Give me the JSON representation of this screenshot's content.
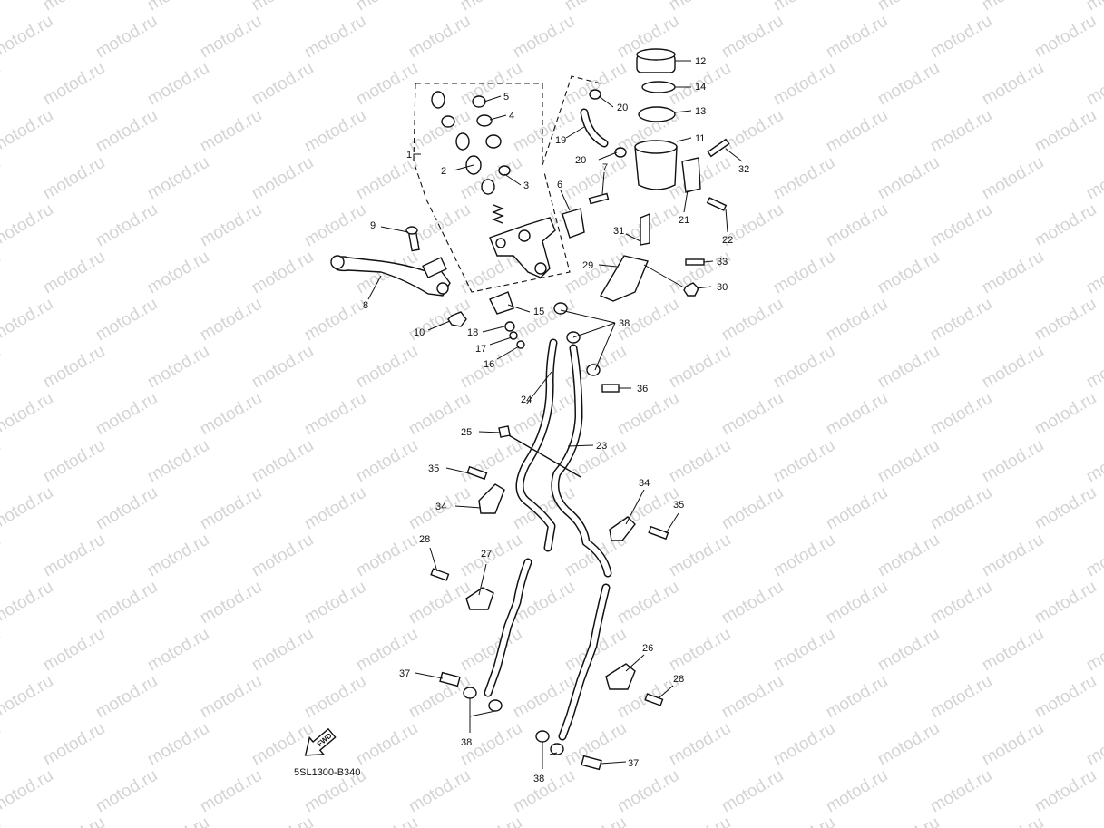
{
  "watermark": "motod.ru",
  "diagram_code": "5SL1300-B340",
  "fwd_label": "FWD",
  "callouts": [
    {
      "id": "c1",
      "label": "1"
    },
    {
      "id": "c2",
      "label": "2"
    },
    {
      "id": "c3",
      "label": "3"
    },
    {
      "id": "c4",
      "label": "4"
    },
    {
      "id": "c5",
      "label": "5"
    },
    {
      "id": "c6",
      "label": "6"
    },
    {
      "id": "c7",
      "label": "7"
    },
    {
      "id": "c8",
      "label": "8"
    },
    {
      "id": "c9",
      "label": "9"
    },
    {
      "id": "c10",
      "label": "10"
    },
    {
      "id": "c11",
      "label": "11"
    },
    {
      "id": "c12",
      "label": "12"
    },
    {
      "id": "c13",
      "label": "13"
    },
    {
      "id": "c14",
      "label": "14"
    },
    {
      "id": "c15",
      "label": "15"
    },
    {
      "id": "c16",
      "label": "16"
    },
    {
      "id": "c17",
      "label": "17"
    },
    {
      "id": "c18",
      "label": "18"
    },
    {
      "id": "c19",
      "label": "19"
    },
    {
      "id": "c20a",
      "label": "20"
    },
    {
      "id": "c20b",
      "label": "20"
    },
    {
      "id": "c21",
      "label": "21"
    },
    {
      "id": "c22",
      "label": "22"
    },
    {
      "id": "c23",
      "label": "23"
    },
    {
      "id": "c24",
      "label": "24"
    },
    {
      "id": "c25",
      "label": "25"
    },
    {
      "id": "c26",
      "label": "26"
    },
    {
      "id": "c27",
      "label": "27"
    },
    {
      "id": "c28a",
      "label": "28"
    },
    {
      "id": "c28b",
      "label": "28"
    },
    {
      "id": "c29",
      "label": "29"
    },
    {
      "id": "c30",
      "label": "30"
    },
    {
      "id": "c31",
      "label": "31"
    },
    {
      "id": "c32",
      "label": "32"
    },
    {
      "id": "c33",
      "label": "33"
    },
    {
      "id": "c34a",
      "label": "34"
    },
    {
      "id": "c34b",
      "label": "34"
    },
    {
      "id": "c35a",
      "label": "35"
    },
    {
      "id": "c35b",
      "label": "35"
    },
    {
      "id": "c36",
      "label": "36"
    },
    {
      "id": "c37a",
      "label": "37"
    },
    {
      "id": "c37b",
      "label": "37"
    },
    {
      "id": "c38a",
      "label": "38"
    },
    {
      "id": "c38b",
      "label": "38"
    },
    {
      "id": "c38c",
      "label": "38"
    }
  ]
}
